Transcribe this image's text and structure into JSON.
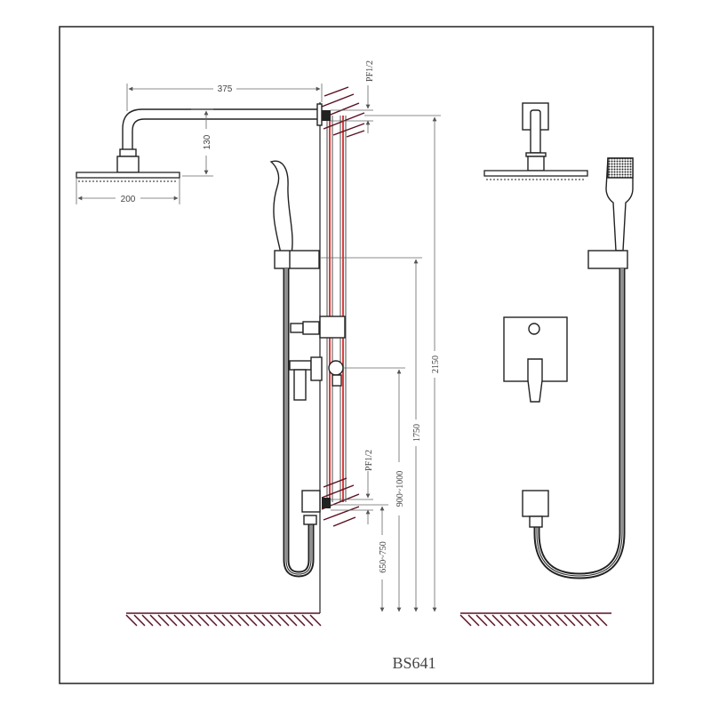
{
  "model": "BS641",
  "dimensions": {
    "arm_length": "375",
    "arm_drop": "130",
    "head_width": "200",
    "top_thread": "PF1/2",
    "bottom_thread": "PF1/2",
    "total_height": "2150",
    "holder_height": "1750",
    "valve_height": "900~1000",
    "outlet_height": "650~750"
  },
  "colors": {
    "line": "#222222",
    "pipe": "#cc1111",
    "hatch": "#5a1020",
    "dimension": "#666666"
  }
}
